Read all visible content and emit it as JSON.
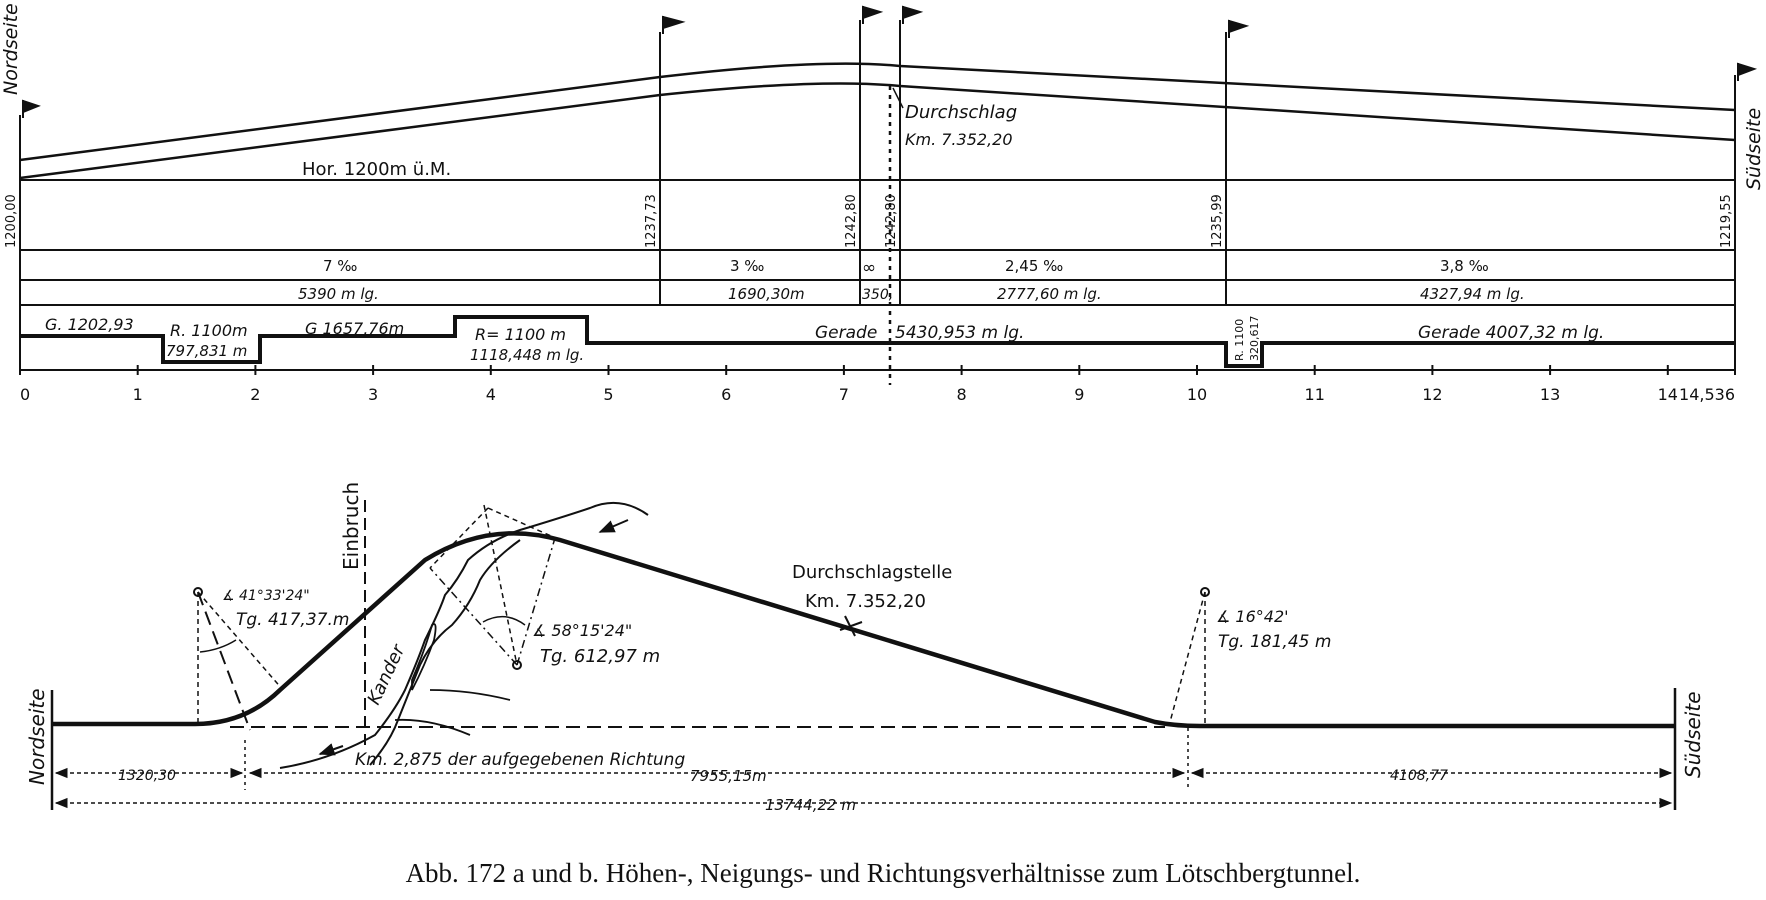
{
  "caption": "Abb. 172 a und b. Höhen-, Neigungs- und Richtungsverhältnisse zum Lötschbergtunnel.",
  "profile": {
    "north_label": "Nordseite",
    "south_label": "Südseite",
    "breakthrough_label": "Durchschlag",
    "breakthrough_km": "Km. 7.352,20",
    "horizon_label": "Hor. 1200m ü.M.",
    "elevations": [
      "1200,00",
      "1237,73",
      "1242,80",
      "1242,80",
      "1235,99",
      "1219,55"
    ],
    "gradients": [
      "7 ‰",
      "3 ‰",
      "∞",
      "2,45 ‰",
      "3,8 ‰"
    ],
    "lengths": [
      "5390 m lg.",
      "1690,30m",
      "350,",
      "2777,60 m lg.",
      "4327,94 m lg."
    ],
    "alignment": [
      "G. 1202,93",
      "R. 1100m",
      "797,831 m",
      "G 1657,76m",
      "R= 1100 m",
      "1118,448 m lg.",
      "Gerade",
      "5430,953 m lg.",
      "R. 1100",
      "320,617",
      "Gerade 4007,32 m lg."
    ],
    "km_ticks": [
      "0",
      "1",
      "2",
      "3",
      "4",
      "5",
      "6",
      "7",
      "8",
      "9",
      "10",
      "11",
      "12",
      "13",
      "14",
      "14,536"
    ]
  },
  "plan": {
    "north_label": "Nordseite",
    "south_label": "Südseite",
    "einbruch_label": "Einbruch",
    "kander_label": "Kander",
    "breakthrough_label": "Durchschlagstelle",
    "breakthrough_km": "Km. 7.352,20",
    "curve1_angle": "∡ 41°33'24\"",
    "curve1_tangent": "Tg. 417,37.m",
    "curve2_angle": "∡ 58°15'24\"",
    "curve2_tangent": "Tg. 612,97 m",
    "curve3_angle": "∡ 16°42'",
    "curve3_tangent": "Tg. 181,45 m",
    "abandoned_label": "Km. 2,875 der aufgegebenen Richtung",
    "dim_1": "1320,30",
    "dim_2": "7955,15m",
    "dim_3": "4108,77",
    "dim_total": "13744,22 m"
  }
}
